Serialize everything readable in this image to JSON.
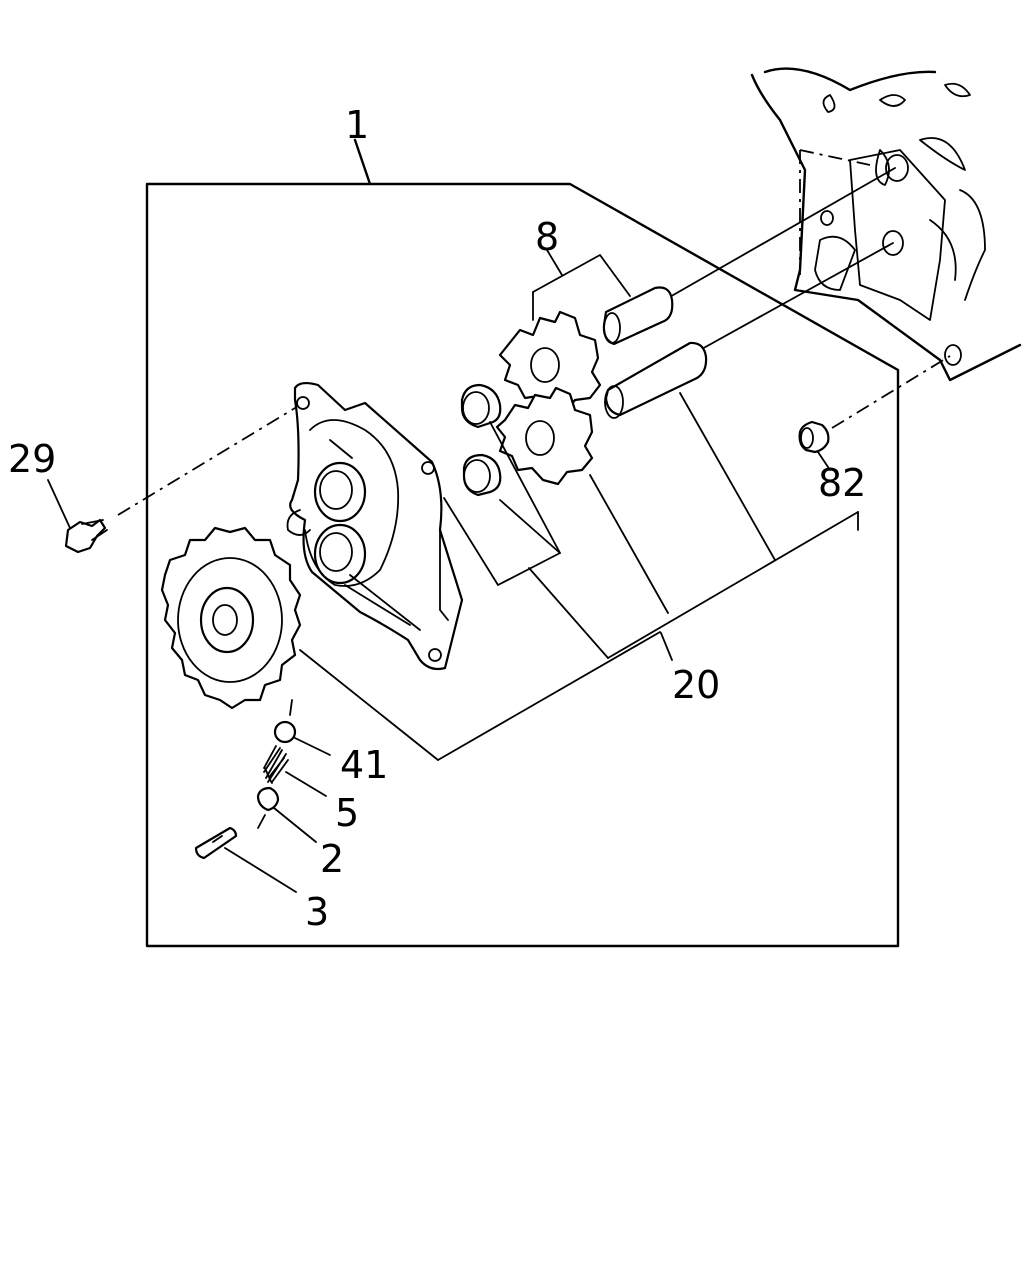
{
  "diagram": {
    "labels": {
      "assembly": "1",
      "gear_set": "8",
      "bolt": "29",
      "dowel": "82",
      "kit": "20",
      "ball": "41",
      "spring": "5",
      "plug": "2",
      "pin": "3"
    }
  }
}
